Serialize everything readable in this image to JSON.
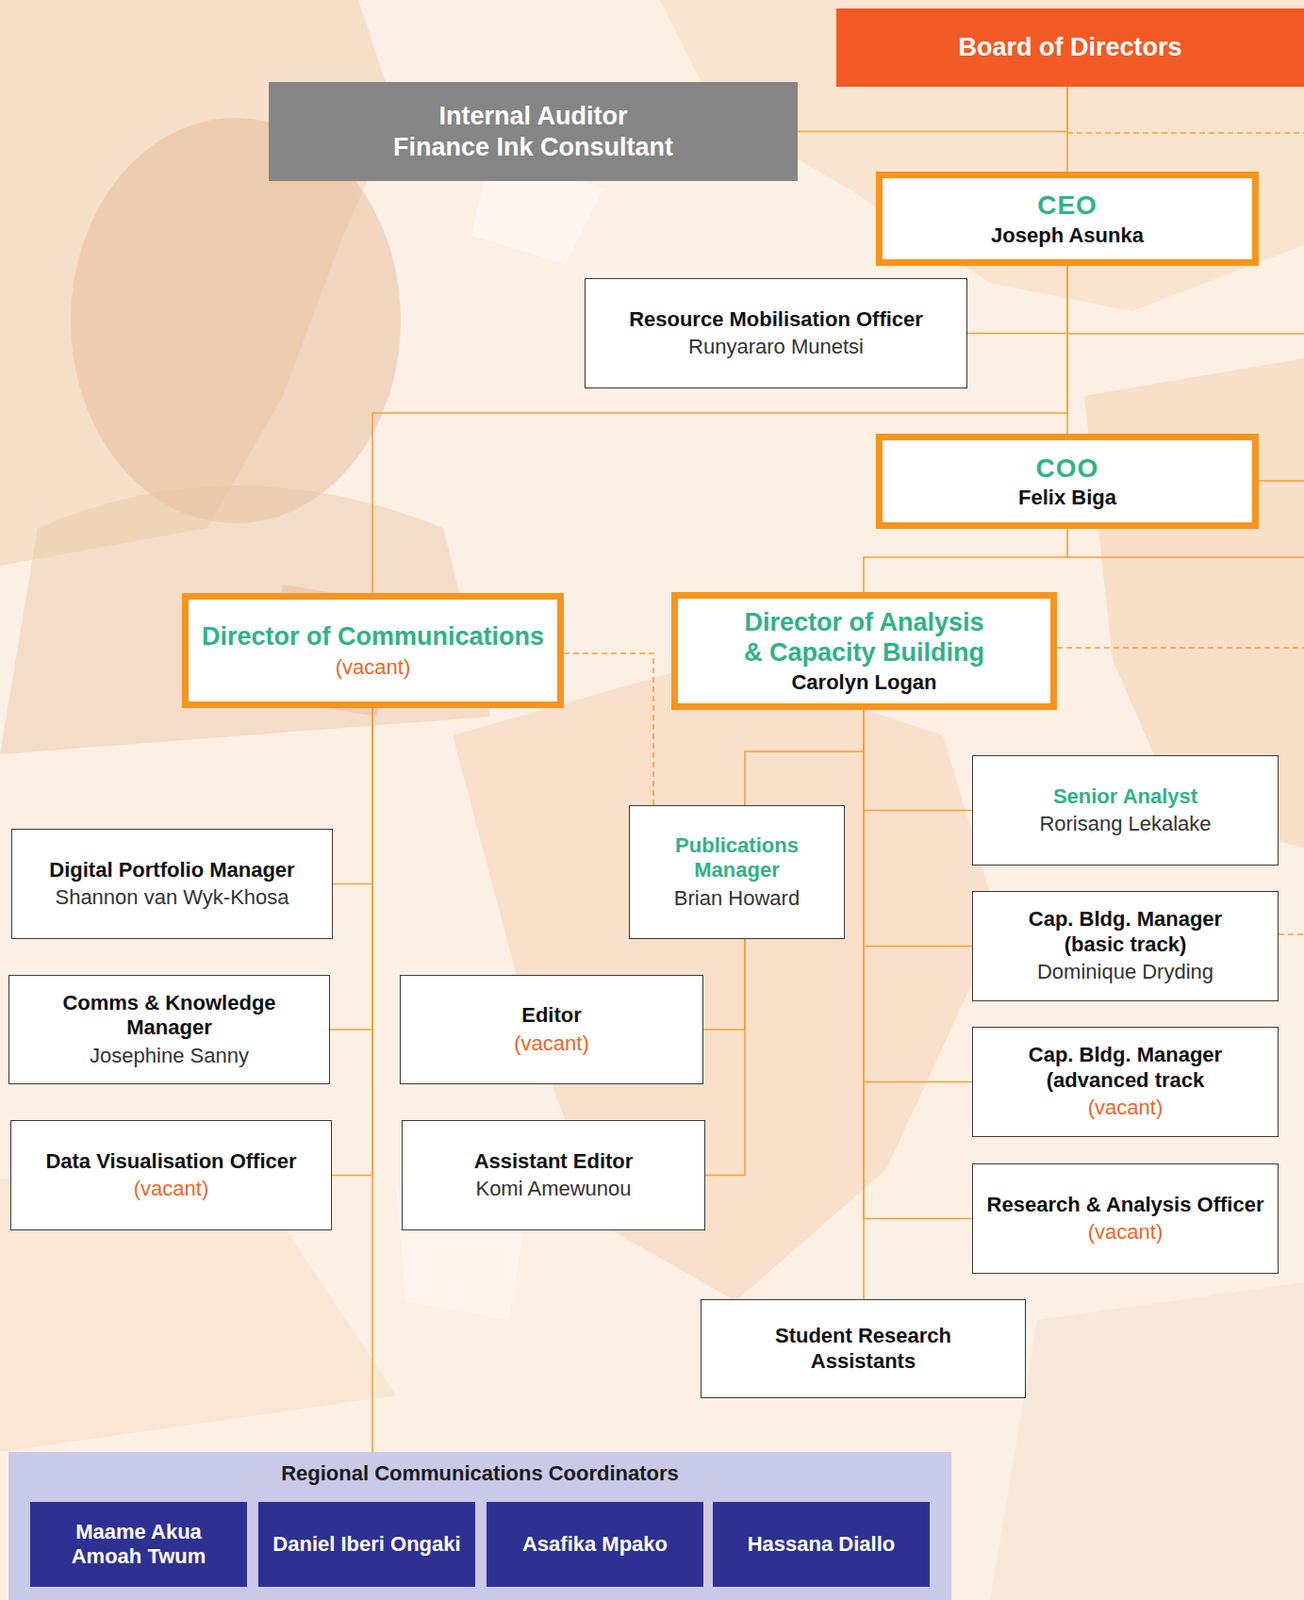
{
  "diagram": {
    "nodes": [
      {
        "text": [
          "Board of Directors"
        ]
      },
      {
        "text": [
          "Internal Auditor",
          "Finance Ink Consultant"
        ]
      },
      {
        "text": [
          "CEO",
          "Joseph Asunka"
        ]
      },
      {
        "text": [
          "Resource Mobilisation Officer",
          "Runyararo Munetsi"
        ]
      },
      {
        "text": [
          "COO",
          "Felix Biga"
        ]
      },
      {
        "text": [
          "Director of Communications",
          "(vacant)"
        ]
      },
      {
        "text": [
          "Director of Analysis & Capacity Building",
          "Carolyn Logan"
        ]
      },
      {
        "text": [
          "Senior Analyst",
          "Rorisang Lekalake"
        ]
      },
      {
        "text": [
          "Publications Manager",
          "Brian Howard"
        ]
      },
      {
        "text": [
          "Digital Portfolio Manager",
          "Shannon van Wyk-Khosa"
        ]
      },
      {
        "text": [
          "Cap. Bldg. Manager (basic track)",
          "Dominique Dryding"
        ]
      },
      {
        "text": [
          "Comms & Knowledge Manager",
          "Josephine Sanny"
        ]
      },
      {
        "text": [
          "Editor",
          "(vacant)"
        ]
      },
      {
        "text": [
          "Cap. Bldg. Manager (advanced track",
          "(vacant)"
        ]
      },
      {
        "text": [
          "Data Visualisation Officer",
          "(vacant)"
        ]
      },
      {
        "text": [
          "Assistant Editor",
          "Komi Amewunou"
        ]
      },
      {
        "text": [
          "Research & Analysis Officer",
          "(vacant)"
        ]
      },
      {
        "text": [
          "Student Research Assistants"
        ]
      },
      {
        "text": [
          "Regional Communications Coordinators"
        ]
      },
      {
        "text": [
          "Maame Akua Amoah Twum"
        ],
        "in": 18
      },
      {
        "text": [
          "Daniel Iberi Ongaki"
        ],
        "in": 18
      },
      {
        "text": [
          "Asafika Mpako"
        ],
        "in": 18
      },
      {
        "text": [
          "Hassana Diallo"
        ],
        "in": 18
      }
    ],
    "edges": [
      {
        "from": 0,
        "to": 2,
        "arrow": "none"
      },
      {
        "from": 0,
        "to": 1,
        "arrow": "none"
      },
      {
        "from": 2,
        "to": 3,
        "arrow": "none"
      },
      {
        "from": 2,
        "to": 4,
        "arrow": "none"
      },
      {
        "from": 2,
        "to": 5,
        "arrow": "none"
      },
      {
        "from": 4,
        "to": 6,
        "arrow": "none"
      },
      {
        "from": 5,
        "to": 9,
        "arrow": "none"
      },
      {
        "from": 5,
        "to": 11,
        "arrow": "none"
      },
      {
        "from": 5,
        "to": 14,
        "arrow": "none"
      },
      {
        "from": 5,
        "to": 18,
        "arrow": "none"
      },
      {
        "from": 5,
        "to": 8,
        "arrow": "none"
      },
      {
        "from": 6,
        "to": 8,
        "arrow": "none"
      },
      {
        "from": 6,
        "to": 7,
        "arrow": "none"
      },
      {
        "from": 6,
        "to": 10,
        "arrow": "none"
      },
      {
        "from": 6,
        "to": 13,
        "arrow": "none"
      },
      {
        "from": 6,
        "to": 16,
        "arrow": "none"
      },
      {
        "from": 6,
        "to": 17,
        "arrow": "none"
      },
      {
        "from": 8,
        "to": 12,
        "arrow": "none"
      },
      {
        "from": 8,
        "to": 15,
        "arrow": "none"
      }
    ]
  }
}
